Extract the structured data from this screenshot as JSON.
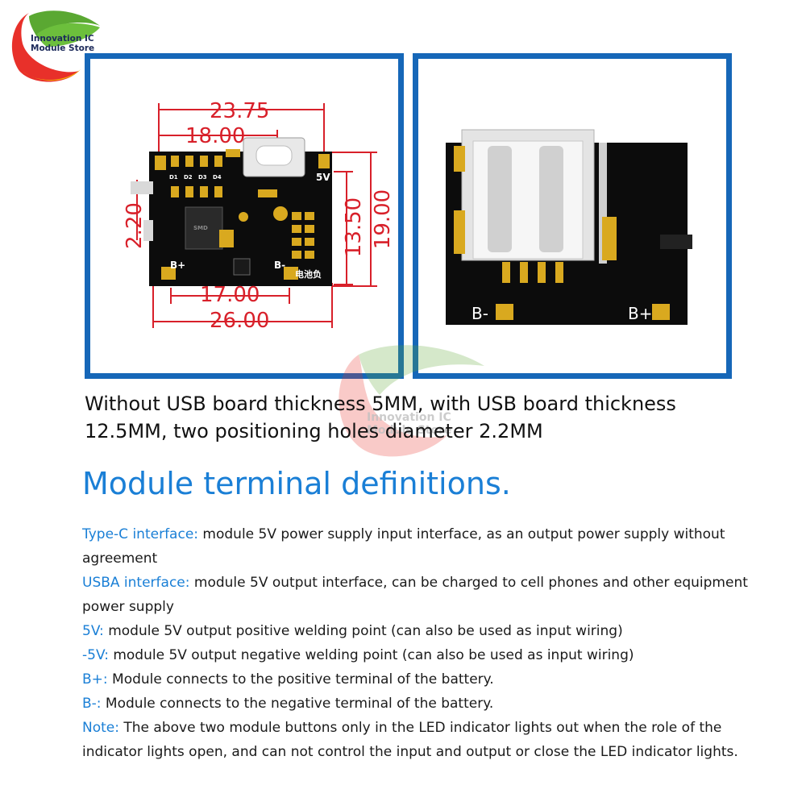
{
  "logo": {
    "line1": "Innovation IC",
    "line2": "Module Store"
  },
  "left_panel": {
    "dimensions": {
      "width_top": "23.75",
      "usb_offset": "18.00",
      "hole_gap": "17.00",
      "width_total": "26.00",
      "height_inner": "13.50",
      "height_total": "19.00",
      "hole_diameter": "2.20"
    },
    "labels": {
      "five_v": "5V",
      "b_plus": "B+",
      "b_minus": "B-",
      "led_names": [
        "D1",
        "D2",
        "D3",
        "D4"
      ],
      "inductor": "SMD",
      "silk": "电池负"
    }
  },
  "right_panel": {
    "labels": {
      "b_minus": "B-",
      "b_plus": "B+"
    }
  },
  "watermark": {
    "line1": "Innovation IC",
    "line2": "Module Store"
  },
  "caption": "Without USB board thickness 5MM, with USB board thickness 12.5MM, two positioning holes diameter 2.2MM",
  "section_title": "Module terminal definitions.",
  "definitions": [
    {
      "key": "Type-C interface:",
      "text": " module 5V power supply input interface, as an output power supply without agreement"
    },
    {
      "key": "USBA interface:",
      "text": " module 5V output interface, can be charged to cell phones and other equipment power supply"
    },
    {
      "key": "5V:",
      "text": " module 5V output positive welding point (can also be used as input wiring)"
    },
    {
      "key": "-5V:",
      "text": " module 5V output negative welding point (can also be used as input wiring)"
    },
    {
      "key": "B+:",
      "text": " Module connects to the positive terminal of the battery."
    },
    {
      "key": "B-:",
      "text": " Module connects to the negative terminal of the battery."
    },
    {
      "key": "Note:",
      "text": " The above two module buttons only in the LED indicator lights out when the role of the indicator lights open, and can not control the input and output or close the LED indicator lights."
    }
  ],
  "colors": {
    "accent_blue": "#1a7fd6",
    "frame_blue": "#1667b8",
    "dimension_red": "#d8202a",
    "board_black": "#0c0c0c",
    "pad_gold": "#d9a91f"
  }
}
